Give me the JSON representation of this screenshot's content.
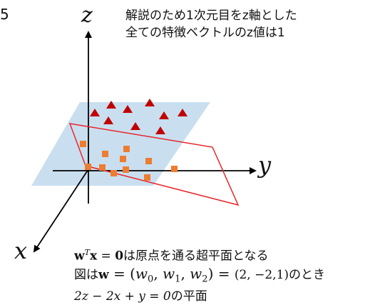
{
  "corner_mark": "5",
  "top_note": {
    "line1": "解説のため1次元目をz軸とした",
    "line2": "全ての特徴ベクトルのz値は1"
  },
  "axes": {
    "z": "z",
    "y": "y",
    "x": "x"
  },
  "bottom_note": {
    "line1_vec": "w",
    "line1_sup": "T",
    "line1_x": "x",
    "line1_eq": " = ",
    "line1_zero": "0",
    "line1_text": "は原点を通る超平面となる",
    "line2_pre": "図は",
    "line2_w": "w",
    "line2_eq": " = (",
    "line2_w0": "w",
    "line2_s0": "0",
    "line2_c1": ", ",
    "line2_w1": "w",
    "line2_s1": "1",
    "line2_c2": ", ",
    "line2_w2": "w",
    "line2_s2": "2",
    "line2_close": ") = ",
    "line2_val": "(2, −2,1)",
    "line2_post": "のとき",
    "line3_expr": "2z − 2x + y = 0",
    "line3_text": "の平面"
  },
  "colors": {
    "plane_fill": "#c9dff0",
    "separating_plane": "#e8262a",
    "triangle": "#c00000",
    "square": "#ed7d31",
    "axis": "#000000"
  }
}
